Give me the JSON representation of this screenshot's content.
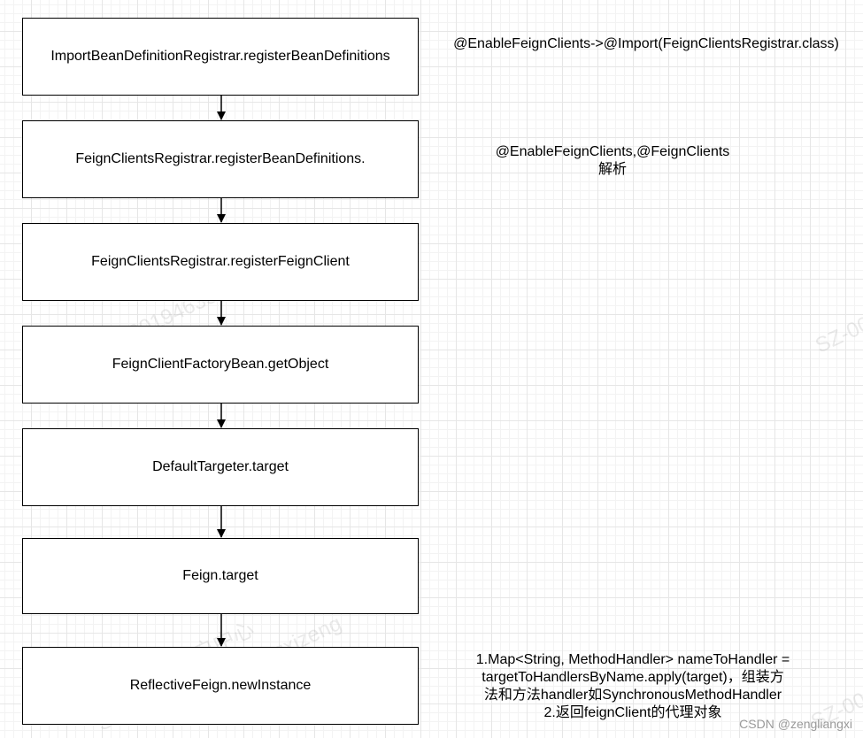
{
  "nodes": [
    {
      "label": "ImportBeanDefinitionRegistrar.registerBeanDefinitions"
    },
    {
      "label": "FeignClientsRegistrar.registerBeanDefinitions."
    },
    {
      "label": "FeignClientsRegistrar.registerFeignClient"
    },
    {
      "label": "FeignClientFactoryBean.getObject"
    },
    {
      "label": "DefaultTargeter.target"
    },
    {
      "label": "Feign.target"
    },
    {
      "label": "ReflectiveFeign.newInstance"
    }
  ],
  "notes": {
    "note1": "@EnableFeignClients->@Import(FeignClientsRegistrar.class)",
    "note2_line1": "@EnableFeignClients,@FeignClients",
    "note2_line2": "解析",
    "note3_line1": "1.Map<String, MethodHandler> nameToHandler =",
    "note3_line2": "targetToHandlersByName.apply(target)，组装方",
    "note3_line3": "法和方法handler如SynchronousMethodHandler",
    "note3_line4": "2.返回feignClient的代理对象"
  },
  "watermarks": {
    "wm1": "以用户中心",
    "wm2": "liangxizeng",
    "wm3": "SZ-00194633",
    "wm4": "SZ-00",
    "wm5": "以用户中心",
    "wm6": "liangxizeng",
    "wm7": "SZ-00194633",
    "wm8": "SZ-00"
  },
  "footer": "CSDN @zengliangxi"
}
